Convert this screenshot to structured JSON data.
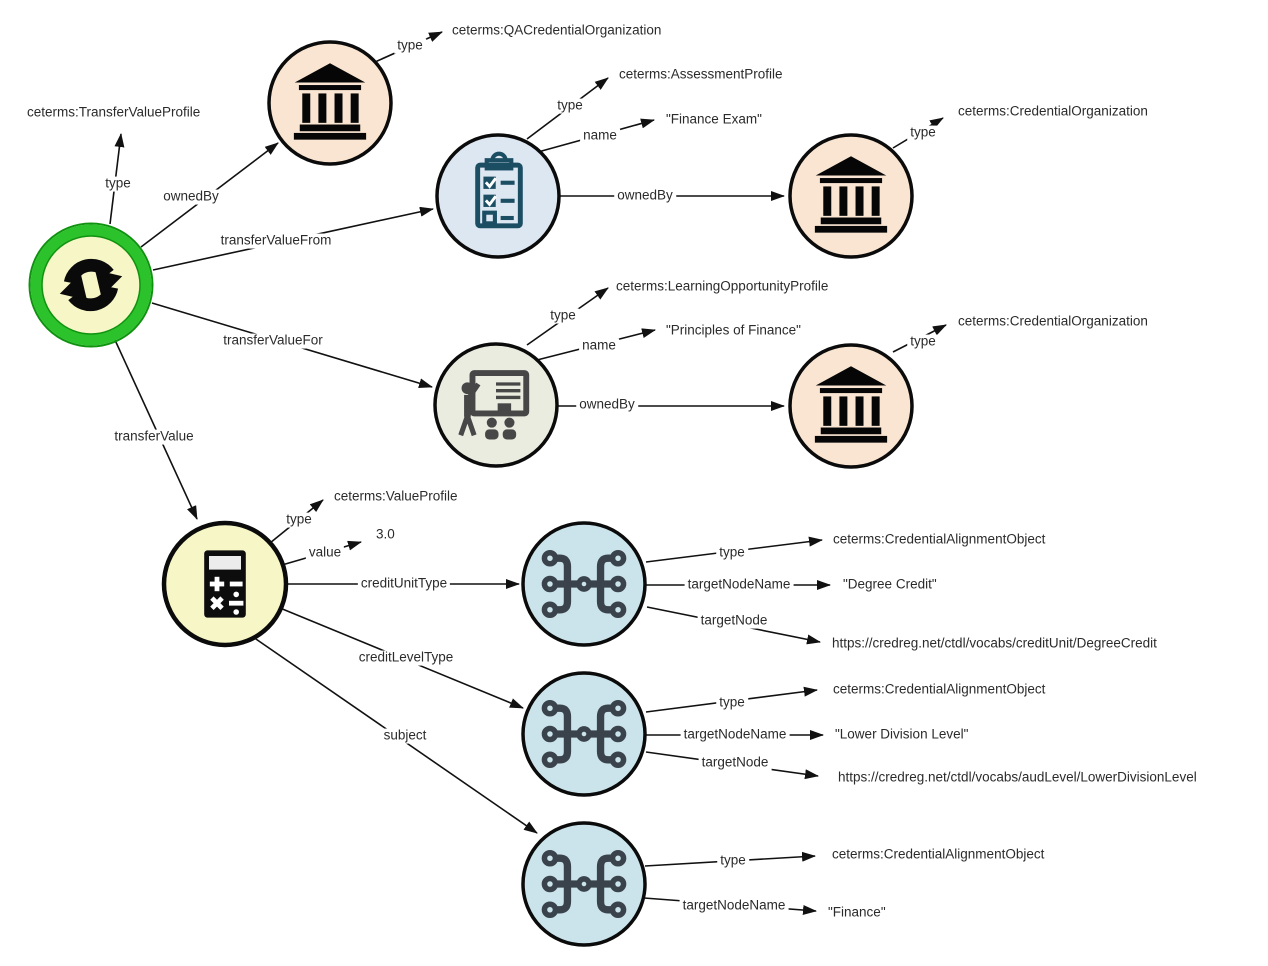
{
  "diagram": {
    "description": "CTDL TransferValueProfile linked-data graph",
    "edge_labels": {
      "type": "type",
      "owned_by": "ownedBy",
      "name": "name",
      "transfer_value_from": "transferValueFrom",
      "transfer_value_for": "transferValueFor",
      "transfer_value": "transferValue",
      "value": "value",
      "credit_unit_type": "creditUnitType",
      "credit_level_type": "creditLevelType",
      "subject": "subject",
      "target_node_name": "targetNodeName",
      "target_node": "targetNode"
    },
    "values": {
      "transfer_value_profile": "ceterms:TransferValueProfile",
      "qa_credential_organization": "ceterms:QACredentialOrganization",
      "assessment_profile": "ceterms:AssessmentProfile",
      "finance_exam": "\"Finance Exam\"",
      "credential_organization": "ceterms:CredentialOrganization",
      "learning_opportunity_profile": "ceterms:LearningOpportunityProfile",
      "principles_of_finance": "\"Principles of Finance\"",
      "value_profile": "ceterms:ValueProfile",
      "value_number": "3.0",
      "credential_alignment_object": "ceterms:CredentialAlignmentObject",
      "degree_credit": "\"Degree Credit\"",
      "credit_unit_url": "https://credreg.net/ctdl/vocabs/creditUnit/DegreeCredit",
      "lower_division_level": "\"Lower Division Level\"",
      "aud_level_url": "https://credreg.net/ctdl/vocabs/audLevel/LowerDivisionLevel",
      "finance": "\"Finance\""
    },
    "nodes": [
      {
        "id": "transfer-value",
        "icon": "recycle-arrows-icon",
        "fill": "#f6f6c6",
        "ring": "#2bc22b"
      },
      {
        "id": "qa-organization",
        "icon": "bank-icon",
        "fill": "#f9e5d1"
      },
      {
        "id": "assessment",
        "icon": "clipboard-checklist-icon",
        "fill": "#dde7f2"
      },
      {
        "id": "organization-1",
        "icon": "bank-icon",
        "fill": "#f9e5d1"
      },
      {
        "id": "learning-opportunity",
        "icon": "presentation-icon",
        "fill": "#e9ecdf"
      },
      {
        "id": "organization-2",
        "icon": "bank-icon",
        "fill": "#f9e5d1"
      },
      {
        "id": "value-profile",
        "icon": "calculator-icon",
        "fill": "#f6f6c6"
      },
      {
        "id": "alignment-1",
        "icon": "network-icon",
        "fill": "#cbe4eb"
      },
      {
        "id": "alignment-2",
        "icon": "network-icon",
        "fill": "#cbe4eb"
      },
      {
        "id": "alignment-3",
        "icon": "network-icon",
        "fill": "#cbe4eb"
      }
    ],
    "colors": {
      "main_ring_green": "#2bc22b",
      "main_ring_edge": "#0f930f",
      "node_yellow": "#f6f6c6",
      "node_peach": "#f9e5d1",
      "node_blue": "#dde7f2",
      "node_sage": "#e9ecdf",
      "node_cyan": "#cbe4eb",
      "icon_teal": "#1b4d63",
      "icon_slate": "#3a434c",
      "icon_gray": "#474747",
      "edge_black": "#111111"
    }
  }
}
